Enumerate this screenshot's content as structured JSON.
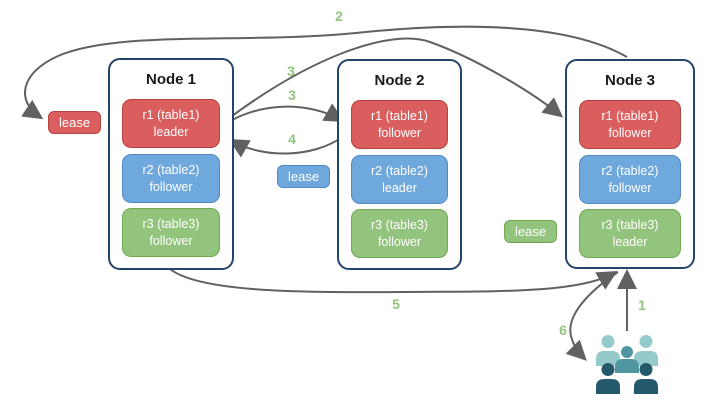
{
  "diagram": {
    "nodes": [
      {
        "title": "Node 1",
        "replicas": [
          {
            "label": "r1 (table1)",
            "role": "leader",
            "color_key": "red"
          },
          {
            "label": "r2 (table2)",
            "role": "follower",
            "color_key": "blue"
          },
          {
            "label": "r3 (table3)",
            "role": "follower",
            "color_key": "green"
          }
        ]
      },
      {
        "title": "Node 2",
        "replicas": [
          {
            "label": "r1 (table1)",
            "role": "follower",
            "color_key": "red"
          },
          {
            "label": "r2 (table2)",
            "role": "leader",
            "color_key": "blue"
          },
          {
            "label": "r3 (table3)",
            "role": "follower",
            "color_key": "green"
          }
        ]
      },
      {
        "title": "Node 3",
        "replicas": [
          {
            "label": "r1 (table1)",
            "role": "follower",
            "color_key": "red"
          },
          {
            "label": "r2 (table2)",
            "role": "follower",
            "color_key": "blue"
          },
          {
            "label": "r3 (table3)",
            "role": "leader",
            "color_key": "green"
          }
        ]
      }
    ],
    "lease_badges": [
      {
        "text": "lease",
        "color_key": "red"
      },
      {
        "text": "lease",
        "color_key": "blue"
      },
      {
        "text": "lease",
        "color_key": "green"
      }
    ],
    "step_labels": [
      {
        "number": "2"
      },
      {
        "number": "3"
      },
      {
        "number": "3"
      },
      {
        "number": "4"
      },
      {
        "number": "5"
      },
      {
        "number": "1"
      },
      {
        "number": "6"
      }
    ],
    "icons": {
      "users_icon": "👥"
    }
  },
  "colors": {
    "red_fill": "#db5e5e",
    "red_border": "#b5433f",
    "blue_fill": "#6fa8dc",
    "blue_border": "#5488c7",
    "green_fill": "#93c47d",
    "green_border": "#6faa52",
    "node_border": "#24456b",
    "arrow_color": "#616161",
    "step_color": "#93c47d",
    "people_light": "#94cbca",
    "people_mid": "#4f96a0",
    "people_dark": "#24586b"
  }
}
